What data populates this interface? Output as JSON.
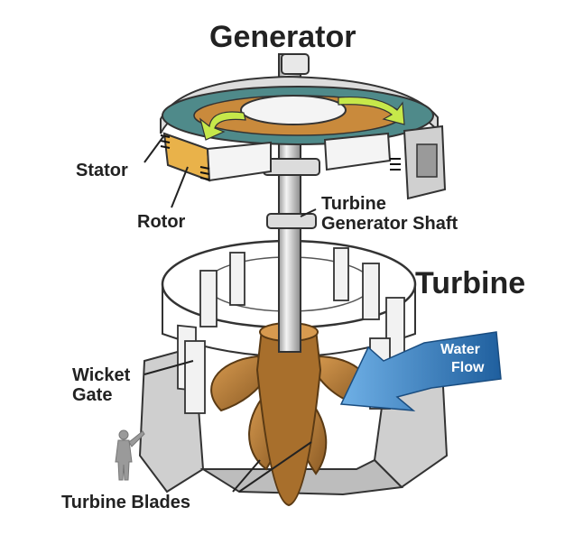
{
  "labels": {
    "generator": "Generator",
    "turbine": "Turbine",
    "stator": "Stator",
    "rotor": "Rotor",
    "shaft_line1": "Turbine",
    "shaft_line2": "Generator Shaft",
    "wicket_line1": "Wicket",
    "wicket_line2": "Gate",
    "water_line1": "Water",
    "water_line2": "Flow",
    "blades": "Turbine Blades"
  },
  "colors": {
    "text": "#222222",
    "outline": "#333333",
    "metal_light": "#f2f2f2",
    "metal_mid": "#c9c9c9",
    "metal_dark": "#8e8e8e",
    "rotor_orange": "#c98a3c",
    "rotor_teal": "#4f8a8a",
    "arrow_green": "#c6e84a",
    "blade_bronze": "#b9823f",
    "blade_dark": "#8a5a24",
    "water_blue": "#2f7fc0"
  }
}
